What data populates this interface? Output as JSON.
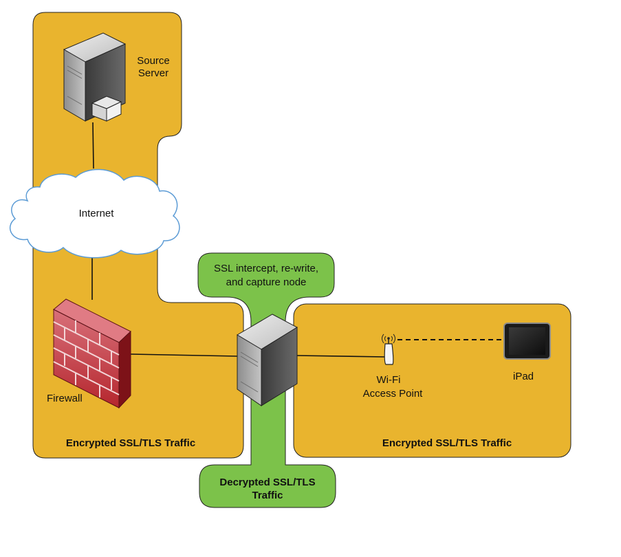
{
  "labels": {
    "source_server_line1": "Source",
    "source_server_line2": "Server",
    "internet": "Internet",
    "firewall": "Firewall",
    "intercept_line1": "SSL intercept, re-write,",
    "intercept_line2": "and capture node",
    "wifi_line1": "Wi-Fi",
    "wifi_line2": "Access Point",
    "ipad": "iPad",
    "left_zone": "Encrypted SSL/TLS Traffic",
    "right_zone": "Encrypted SSL/TLS Traffic",
    "decrypted_line1": "Decrypted SSL/TLS",
    "decrypted_line2": "Traffic"
  },
  "colors": {
    "encrypted_zone": "#E9B42E",
    "decrypted_zone": "#7CC24A",
    "zone_stroke": "#222222",
    "firewall_red": "#B5262D",
    "server_gray": "#9A9A9A",
    "cloud_fill": "#FFFFFF",
    "cloud_stroke": "#5B9BD5"
  },
  "icons": {
    "source_server": "server-icon",
    "internet": "cloud-icon",
    "firewall": "firewall-brick-icon",
    "intercept_node": "server-icon",
    "access_point": "wifi-antenna-icon",
    "ipad": "tablet-icon"
  }
}
